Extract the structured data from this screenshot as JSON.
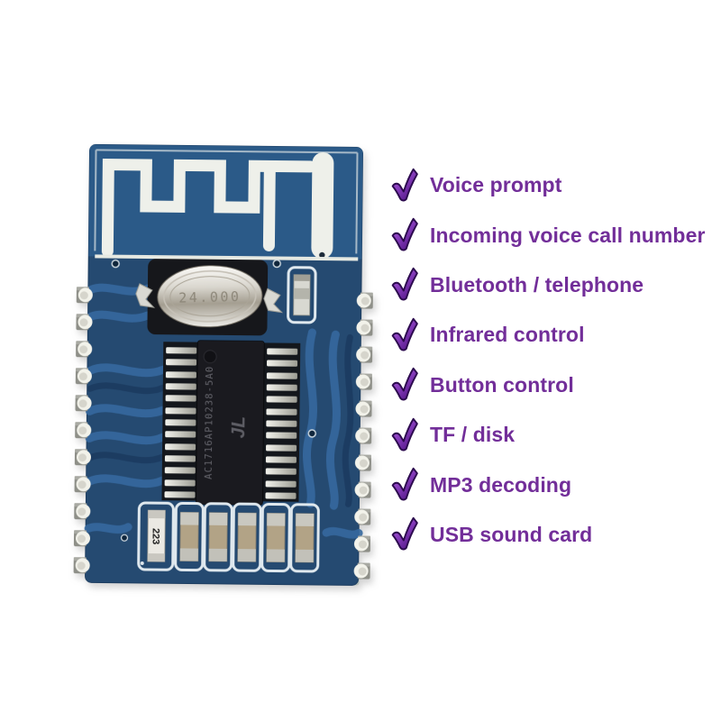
{
  "page": {
    "background": "#ffffff"
  },
  "product_photo": {
    "subject": "Bluetooth audio receiver module PCB",
    "pcb_color": "#254a71",
    "antenna_zone_color": "#2b5a88",
    "silkscreen_color": "#e8ecee",
    "labels": {
      "crystal_frequency": "24.000",
      "ic_marking": "AC1716AP10238-5A0",
      "ic_logo": "JL",
      "resistor_code": "223"
    }
  },
  "features": {
    "check_icon": "checkmark-icon",
    "text_color": "#722e99",
    "check_gradient_start": "#b26ce0",
    "check_gradient_end": "#4c1280",
    "items": [
      {
        "label": "Voice prompt"
      },
      {
        "label": "Incoming voice call number"
      },
      {
        "label": "Bluetooth / telephone"
      },
      {
        "label": "Infrared control"
      },
      {
        "label": "Button control"
      },
      {
        "label": "TF / disk"
      },
      {
        "label": "MP3 decoding"
      },
      {
        "label": "USB sound card"
      }
    ]
  }
}
